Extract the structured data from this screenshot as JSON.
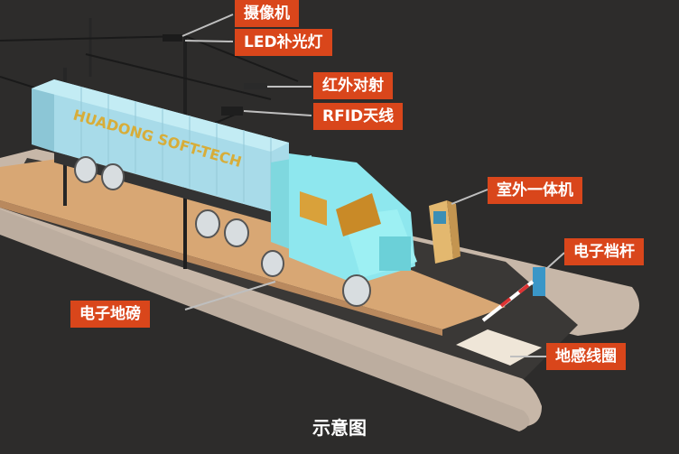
{
  "labels": {
    "camera": "摄像机",
    "led": "LED补光灯",
    "infrared": "红外对射",
    "rfid": "RFID天线",
    "kiosk": "室外一体机",
    "barrier": "电子档杆",
    "scale": "电子地磅",
    "loop": "地感线圈"
  },
  "container_text": "HUADONG SOFT-TECH",
  "caption": "示意图",
  "colors": {
    "label_bg": "#d9461b",
    "background": "#2d2c2b",
    "road": "#c9b9ab",
    "scale_plate": "#d9a877",
    "truck_cab": "#8ee8ee",
    "container": "#a9dcea"
  }
}
